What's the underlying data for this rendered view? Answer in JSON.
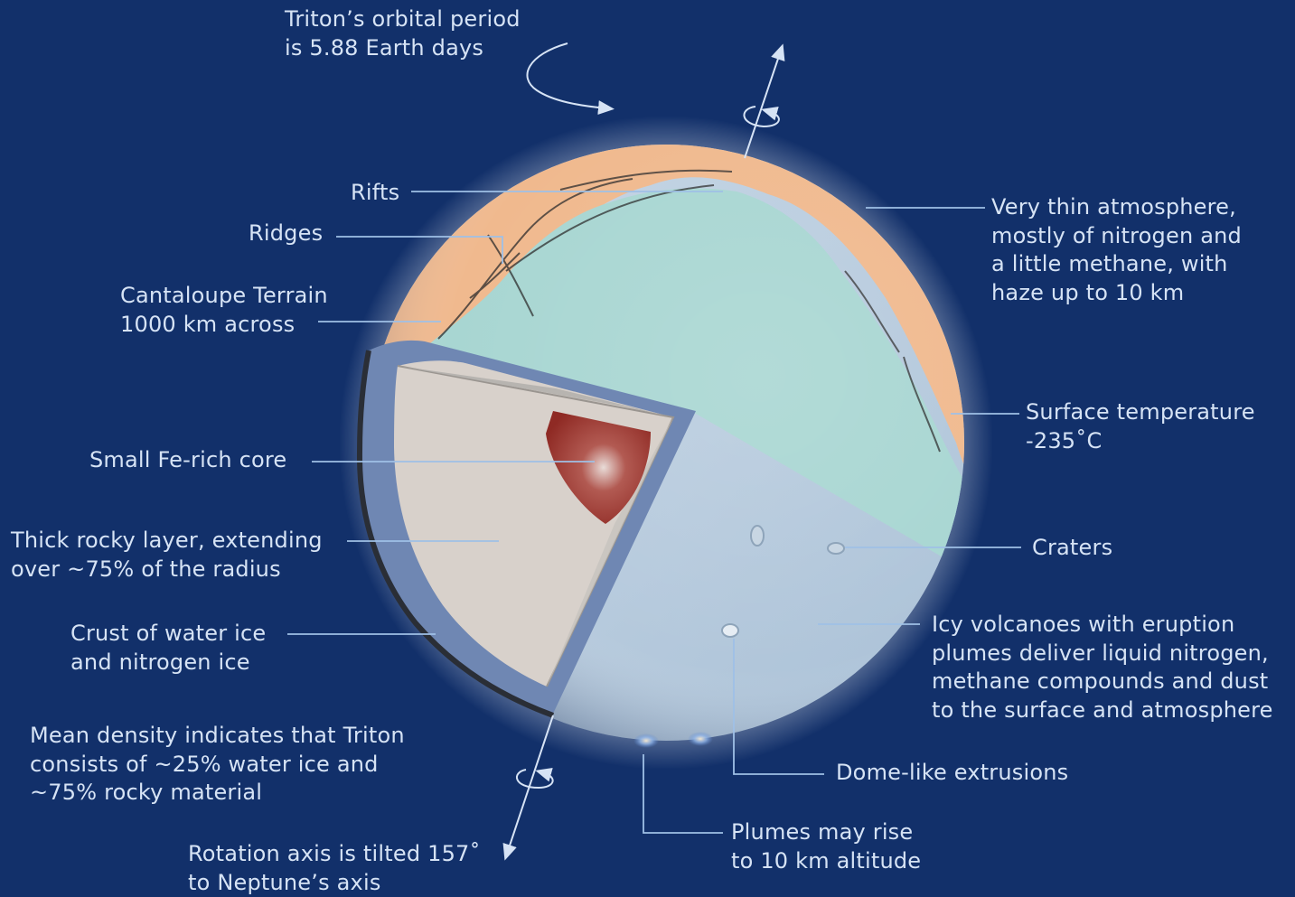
{
  "colors": {
    "background": "#12306a",
    "text": "#d6e3f5",
    "leader_lines": "#9fc0e6",
    "surface_ocean": "#a8d6d2",
    "cantaloupe_terrain": "#f0b98e",
    "icy_surface": "#b9cfe2",
    "core": "#9c3028",
    "rocky_layer": "#d8d1cb",
    "crust": "#6f87b3"
  },
  "labels": {
    "orbital_period": [
      "Triton’s orbital period",
      "is 5.88 Earth days"
    ],
    "rifts": "Rifts",
    "ridges": "Ridges",
    "cantaloupe": [
      "Cantaloupe Terrain",
      "1000 km across"
    ],
    "core": "Small Fe-rich core",
    "rocky_layer": [
      "Thick rocky layer, extending",
      "over ~75% of the radius"
    ],
    "crust": [
      "Crust of water ice",
      "and nitrogen ice"
    ],
    "density": [
      "Mean density indicates that Triton",
      "consists of ~25% water ice and",
      "~75%  rocky material"
    ],
    "rotation_axis": [
      "Rotation axis is tilted 157˚",
      "to Neptune’s axis"
    ],
    "atmosphere": [
      "Very thin atmosphere,",
      "mostly of nitrogen and",
      "a little methane, with",
      "haze up to 10 km"
    ],
    "surface_temperature": [
      "Surface temperature",
      "-235˚C"
    ],
    "craters": "Craters",
    "icy_volcanoes": [
      "Icy volcanoes with eruption",
      "plumes deliver liquid nitrogen,",
      "methane compounds and dust",
      "to the surface and atmosphere"
    ],
    "dome_extrusions": "Dome-like extrusions",
    "plumes": [
      "Plumes may rise",
      "to 10 km altitude"
    ]
  }
}
